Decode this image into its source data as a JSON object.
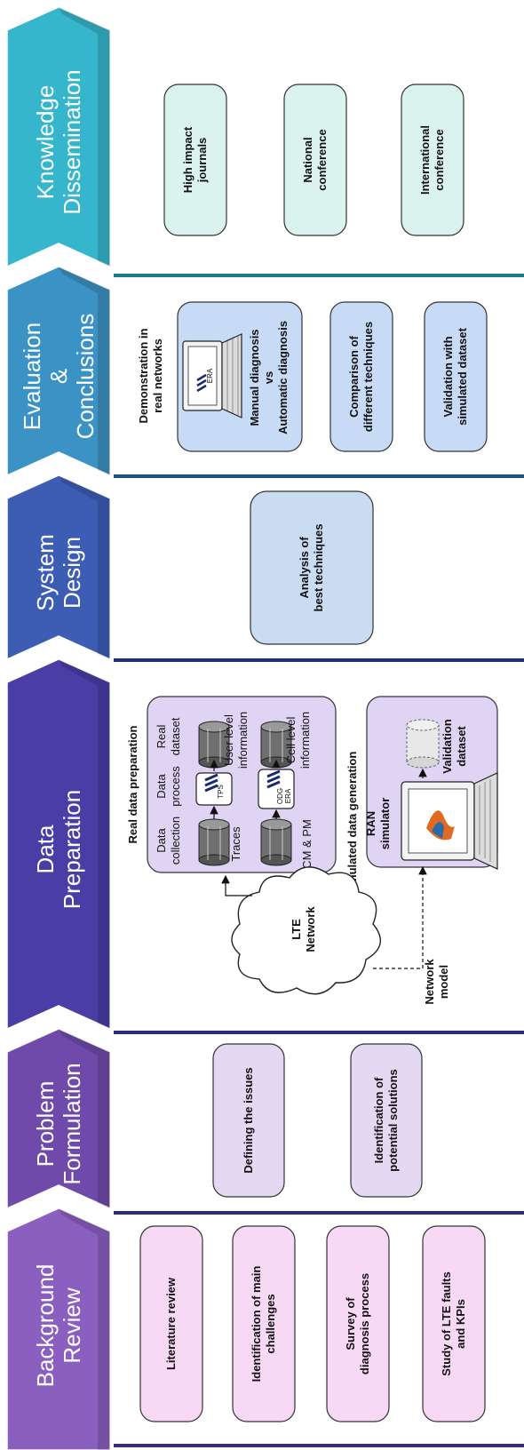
{
  "phases": [
    {
      "id": "background",
      "lines": [
        "Background",
        "Review"
      ],
      "color": "#8a5fc0"
    },
    {
      "id": "problem",
      "lines": [
        "Problem",
        "Formulation"
      ],
      "color": "#6f4aaa"
    },
    {
      "id": "data",
      "lines": [
        "Data",
        "Preparation"
      ],
      "color": "#4a3ea6"
    },
    {
      "id": "system",
      "lines": [
        "System",
        "Design"
      ],
      "color": "#3d5db5"
    },
    {
      "id": "evaluation",
      "lines": [
        "Evaluation",
        "&",
        "Conclusions"
      ],
      "color": "#3a93c4"
    },
    {
      "id": "knowledge",
      "lines": [
        "Knowledge",
        "Dissemination"
      ],
      "color": "#35b6cd"
    }
  ],
  "background_boxes": [
    [
      "Literature review"
    ],
    [
      "Identification of main",
      "challenges"
    ],
    [
      "Survey of",
      "diagnosis process"
    ],
    [
      "Study of LTE faults",
      "and KPIs"
    ]
  ],
  "problem_boxes": [
    [
      "Defining the issues"
    ],
    [
      "Identification of",
      "potential solutions"
    ]
  ],
  "data_prep": {
    "real_title": "Real data preparation",
    "col_collection": [
      "Data",
      "collection"
    ],
    "col_process": [
      "Data",
      "process"
    ],
    "col_dataset": [
      "Real",
      "dataset"
    ],
    "traces": "Traces",
    "cm_pm": "CM & PM",
    "user_level": [
      "User level",
      "information"
    ],
    "cell_level": [
      "Cell level",
      "information"
    ],
    "tps_label": "TPS",
    "odg_label": "ODG",
    "era_label": "ERA",
    "sim_title": "Simulated data generation",
    "ran_simulator": [
      "RAN",
      "simulator"
    ],
    "validation_dataset": [
      "Validation",
      "dataset"
    ],
    "lte_network": [
      "LTE",
      "Network"
    ],
    "network_model": [
      "Network",
      "model"
    ]
  },
  "system_boxes": [
    [
      "Analysis of",
      "best techniques"
    ]
  ],
  "evaluation": {
    "demo_title": [
      "Demonstration in",
      "real networks"
    ],
    "demo_text": [
      "Manual diagnosis",
      "vs",
      "Automatic diagnosis"
    ],
    "laptop_label": "ERA",
    "comparison": [
      "Comparison of",
      "different techniques"
    ],
    "validation": [
      "Validation with",
      "simulated dataset"
    ]
  },
  "knowledge_boxes": [
    [
      "High impact",
      "journals"
    ],
    [
      "National",
      "conference"
    ],
    [
      "International",
      "conference"
    ]
  ]
}
